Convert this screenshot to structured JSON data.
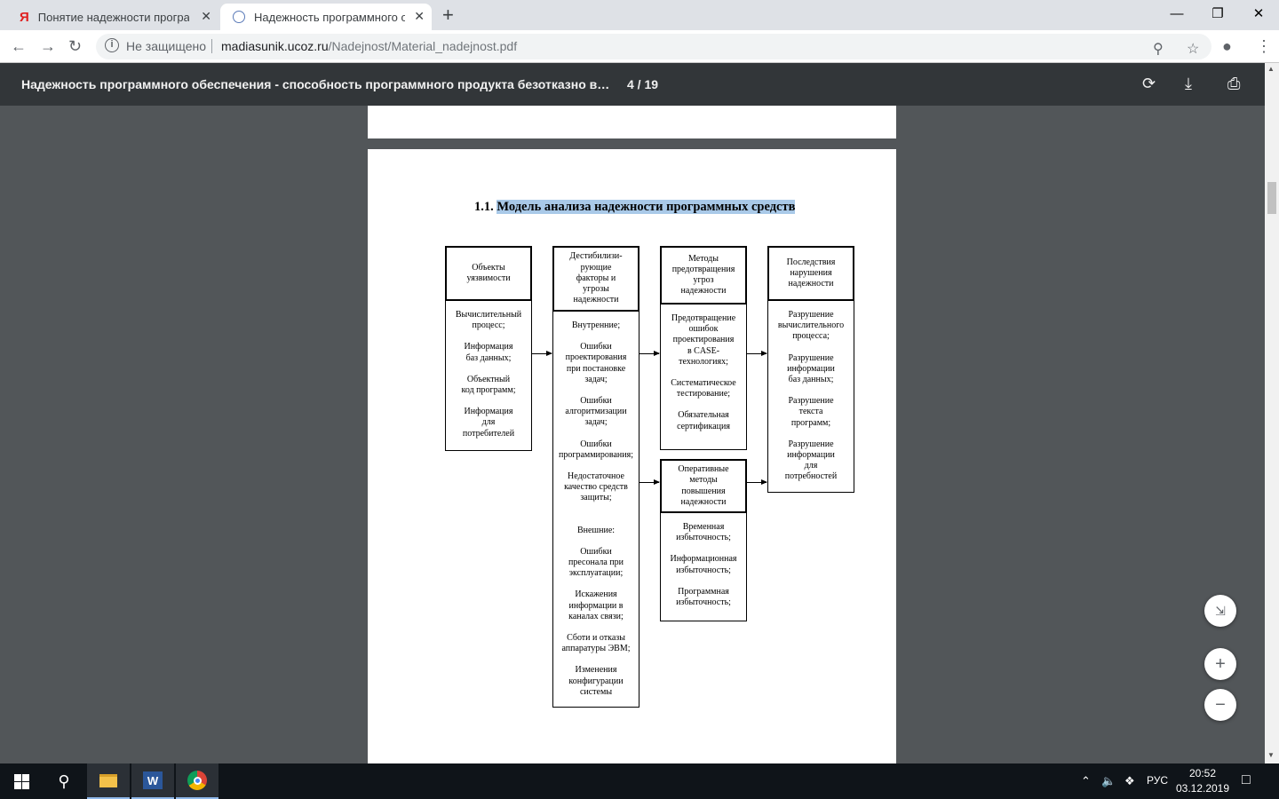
{
  "browser": {
    "tabs": [
      {
        "title": "Понятие надежности программ",
        "favicon": "yandex-icon"
      },
      {
        "title": "Надежность программного обе",
        "favicon": "shield-icon"
      }
    ],
    "address": {
      "security_label": "Не защищено",
      "host": "madiasunik.ucoz.ru",
      "path": "/Nadejnost/Material_nadejnost.pdf"
    }
  },
  "pdf_toolbar": {
    "title": "Надежность программного обеспечения - способность программного продукта безотказно выполн...",
    "page_indicator": "4 / 19"
  },
  "document": {
    "heading_number": "1.1.",
    "heading_text": "Модель анализа надежности программных средств",
    "columns": [
      {
        "header": "Объекты\nуязвимости",
        "items": [
          "Вычислительный\nпроцесс;",
          "Информация\nбаз данных;",
          "Объектный\nкод программ;",
          "Информация\nдля\nпотребителей"
        ]
      },
      {
        "header": "Дестибилизи-\nрующие\nфакторы и\nугрозы\nнадежности",
        "items": [
          "Внутренние;",
          "Ошибки\nпроектирования\nпри постановке\nзадач;",
          "Ошибки\nалгоритмизации\nзадач;",
          "Ошибки\nпрограммирования;",
          "Недостаточное\nкачество средств\nзащиты;",
          "Внешние:",
          "Ошибки\nпресонала при\nэксплуатации;",
          "Искажения\nинформации в\nканалах связи;",
          "Сботи и отказы\nаппаратуры ЭВМ;",
          "Изменения\nконфигурации\nсистемы"
        ]
      },
      {
        "header": "Методы\nпредотвращения\nугроз\nнадежности",
        "items": [
          "Предотвращение\nошибок\nпроектирования\nв CASE-\nтехнологиях;",
          "Систематическое\nтестирование;",
          "Обязательная\nсертификация"
        ]
      },
      {
        "header": "Оперативные\nметоды\nповышения\nнадежности",
        "items": [
          "Временная\nизбыточность;",
          "Информационная\nизбыточность;",
          "Программная\nизбыточность;"
        ]
      },
      {
        "header": "Последствия\nнарушения\nнадежности",
        "items": [
          "Разрушение\nвычислительного\nпроцесса;",
          "Разрушение\nинформации\nбаз данных;",
          "Разрушение\nтекста\nпрограмм;",
          "Разрушение\nинформации\nдля\nпотребностей"
        ]
      }
    ]
  },
  "taskbar": {
    "language": "РУС",
    "time": "20:52",
    "date": "03.12.2019"
  },
  "colors": {
    "highlight": "#a9c9e8",
    "pdf_toolbar": "#323639",
    "viewer_bg": "#525659"
  }
}
